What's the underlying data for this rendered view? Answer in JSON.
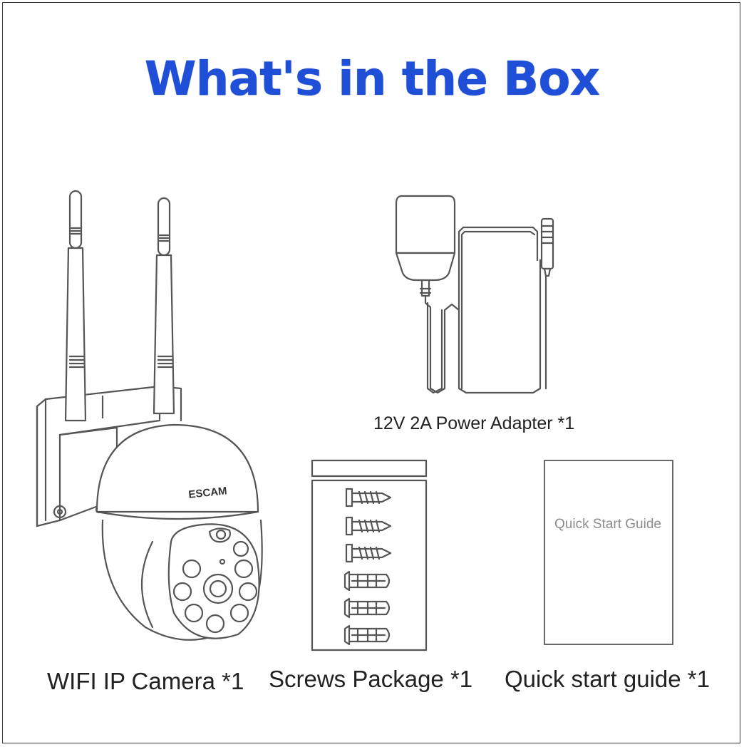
{
  "title": "What's in the Box",
  "items": {
    "camera": {
      "label": "WIFI IP Camera  *1",
      "brand": "ESCAM"
    },
    "adapter": {
      "label": "12V 2A Power Adapter  *1"
    },
    "screws": {
      "label": "Screws Package  *1"
    },
    "guide": {
      "label": "Quick start guide  *1",
      "cover_text": "Quick Start Guide"
    }
  },
  "colors": {
    "title": "#1f4fd6",
    "line_art": "#555555",
    "text": "#222222"
  }
}
